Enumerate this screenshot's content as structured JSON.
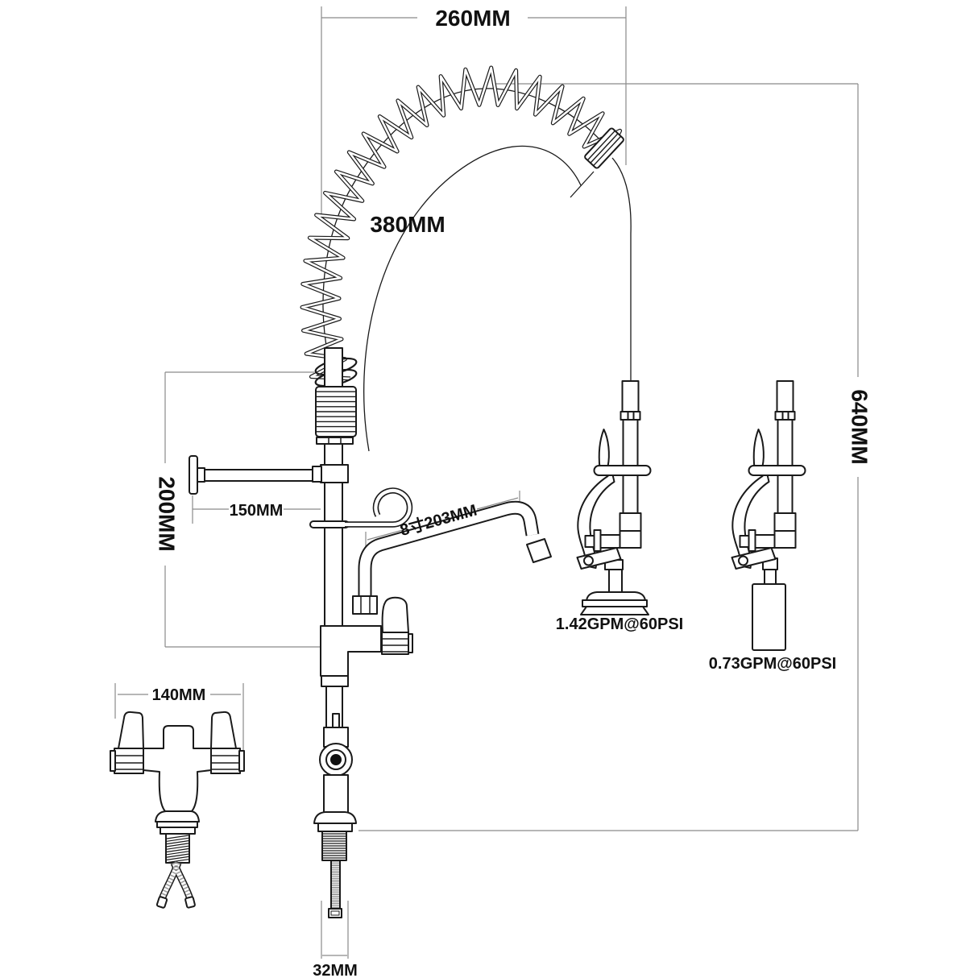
{
  "colors": {
    "ink": "#1a1a1a",
    "dim_line": "#8a8a8a",
    "background": "#ffffff"
  },
  "labels": {
    "top_width": "260MM",
    "hose_arch_radius": "380MM",
    "overall_height": "640MM",
    "riser_section_height": "200MM",
    "wall_bracket_length": "150MM",
    "spout_length": "8寸203MM",
    "handle_assembly_width": "140MM",
    "shank_width": "32MM",
    "spray_valve_flow": "1.42GPM@60PSI",
    "jet_nozzle_flow": "0.73GPM@60PSI"
  }
}
